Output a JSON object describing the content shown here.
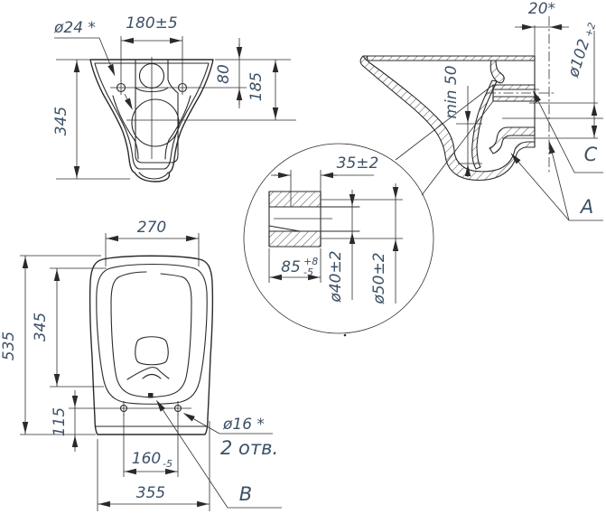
{
  "front_view": {
    "hole_diameter": "ø24 *",
    "hole_spacing": "180±5",
    "top_to_hole_axis": "80",
    "top_to_outlet_axis": "185",
    "height": "345"
  },
  "side_view": {
    "wall_offset": "20*",
    "outlet_diameter": "ø102",
    "outlet_diameter_tolerance": "+2",
    "water_seal": "min 50",
    "label_c": "C",
    "label_a": "A"
  },
  "detail_view": {
    "inlet_engagement": "35±2",
    "inlet_length": "85",
    "inlet_length_tol_upper": "+8",
    "inlet_length_tol_lower": "-5",
    "inlet_bore_diameter": "ø40±2",
    "inlet_outer_diameter": "ø50±2"
  },
  "top_view": {
    "seat_width": "270",
    "bowl_length": "345",
    "overall_length": "535",
    "hole_axis_to_rear": "115",
    "fixing_hole_spacing": "160",
    "fixing_hole_spacing_tol": "-5",
    "overall_width": "355",
    "fixing_hole_diameter": "ø16 *",
    "fixing_hole_count": "2 отв.",
    "label_b": "B"
  },
  "colors": {
    "line": "#2a2a2a",
    "dim_text": "#3d5166",
    "background": "#ffffff"
  }
}
